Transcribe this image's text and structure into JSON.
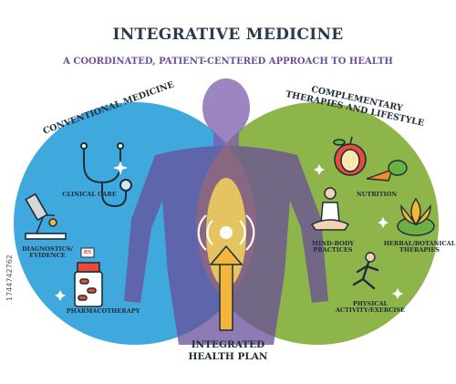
{
  "title": "INTEGRATIVE MEDICINE",
  "subtitle": "A COORDINATED, PATIENT-CENTERED APPROACH TO HEALTH",
  "left": {
    "heading": "CONVENTIONAL MEDICINE",
    "items": [
      "CLINICAL CARE",
      "DIAGNOSTICS/ EVIDENCE",
      "PHARMACOTHERAPY"
    ],
    "rx_label": "RX"
  },
  "right": {
    "heading_line1": "COMPLEMENTARY",
    "heading_line2": "THERAPIES AND LIFESTYLE",
    "items": [
      "NUTRITION",
      "MIND-BODY PRACTICES",
      "HERBAL/BOTANICAL THERAPIES",
      "PHYSICAL ACTIVITY/EXERCISE"
    ]
  },
  "center_label_line1": "INTEGRATED",
  "center_label_line2": "HEALTH PLAN",
  "side_id": "1744742762",
  "colors": {
    "left_circle": "#3fa9dd",
    "right_circle": "#8db54a",
    "overlap": "#e6a93a",
    "body": "#7b5cab",
    "title": "#2b3a4a",
    "subtitle": "#6b4f9a"
  }
}
